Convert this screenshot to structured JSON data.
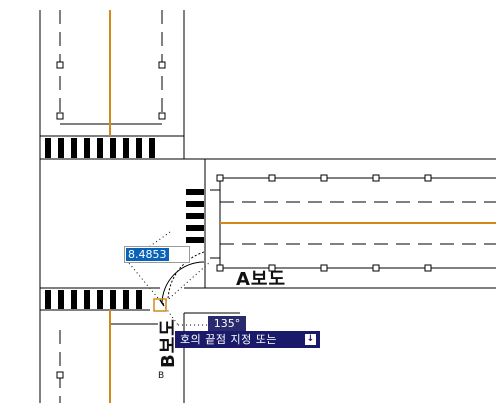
{
  "drawing": {
    "dimension_value": "8.4853",
    "angle_value": "135°",
    "prompt_text": "호의 끝점 지정 또는",
    "prompt_icon": "down-arrow-icon",
    "label_a": "A보도",
    "label_b": "B보도",
    "label_b_mark": "B"
  },
  "colors": {
    "line": "#000000",
    "centerline": "#d2891a",
    "highlight": "#0a63b8",
    "tooltip_bg": "#1a1a6a"
  }
}
